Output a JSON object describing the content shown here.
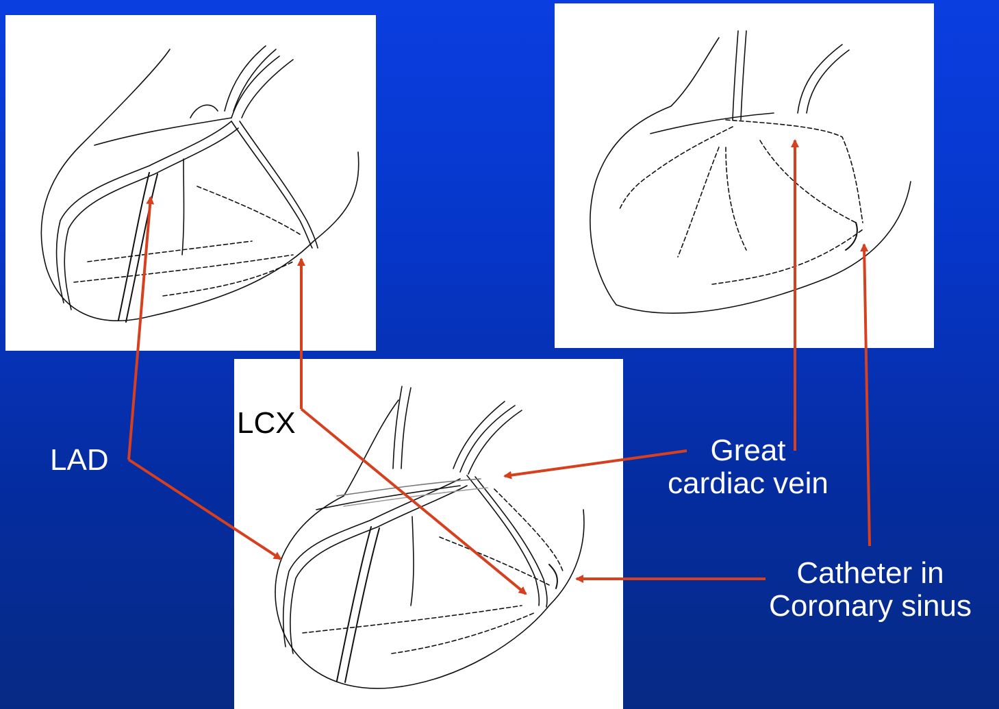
{
  "labels": {
    "lad": "LAD",
    "lcx": "LCX",
    "great_cardiac_vein": [
      "Great",
      "cardiac vein"
    ],
    "catheter": [
      "Catheter in",
      "Coronary sinus"
    ]
  },
  "colors": {
    "background_top": "#0a3ee0",
    "background_bottom": "#062a84",
    "arrow": "#d6401e",
    "panel": "#ffffff",
    "ink": "#111111"
  },
  "panels": [
    "heart-drawing-top-left",
    "heart-drawing-top-right",
    "heart-drawing-bottom-center"
  ]
}
